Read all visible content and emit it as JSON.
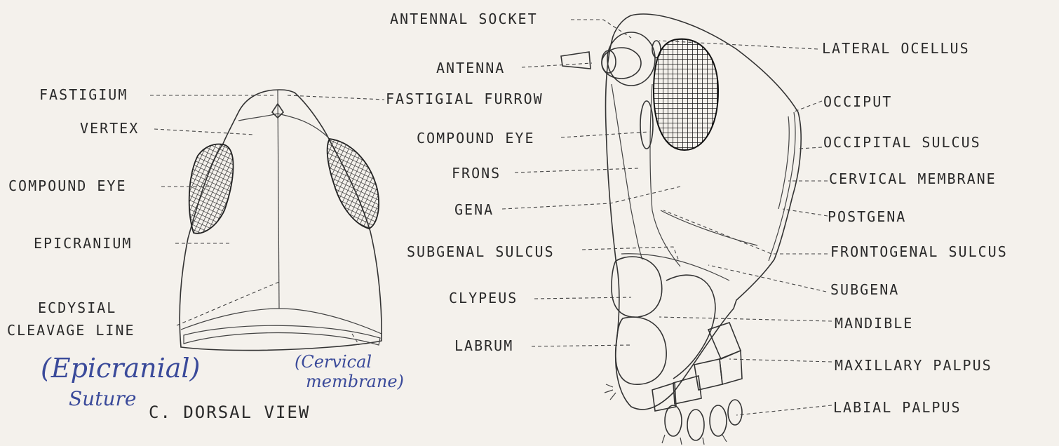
{
  "dorsal_view": {
    "caption": "C.   DORSAL VIEW",
    "labels": {
      "fastigium": "FASTIGIUM",
      "fastigial_furrow": "FASTIGIAL FURROW",
      "vertex": "VERTEX",
      "compound_eye": "COMPOUND EYE",
      "epicranium": "EPICRANIUM",
      "ecdysial_line1": "ECDYSIAL",
      "ecdysial_line2": "CLEAVAGE LINE"
    },
    "handwritten": {
      "epicranial": "(Epicranial)",
      "suture": "Suture",
      "cervical": "(Cervical",
      "membrane": "membrane)"
    }
  },
  "lateral_view": {
    "left_labels": {
      "antennal_socket": "ANTENNAL SOCKET",
      "antenna": "ANTENNA",
      "compound_eye": "COMPOUND EYE",
      "frons": "FRONS",
      "gena": "GENA",
      "subgenal_sulcus": "SUBGENAL SULCUS",
      "clypeus": "CLYPEUS",
      "labrum": "LABRUM"
    },
    "right_labels": {
      "lateral_ocellus": "LATERAL OCELLUS",
      "occiput": "OCCIPUT",
      "occipital_sulcus": "OCCIPITAL SULCUS",
      "cervical_membrane": "CERVICAL MEMBRANE",
      "postgena": "POSTGENA",
      "frontogenal_sulcus": "FRONTOGENAL SULCUS",
      "subgena": "SUBGENA",
      "mandible": "MANDIBLE",
      "maxillary_palpus": "MAXILLARY PALPUS",
      "labial_palpus": "LABIAL PALPUS"
    }
  }
}
